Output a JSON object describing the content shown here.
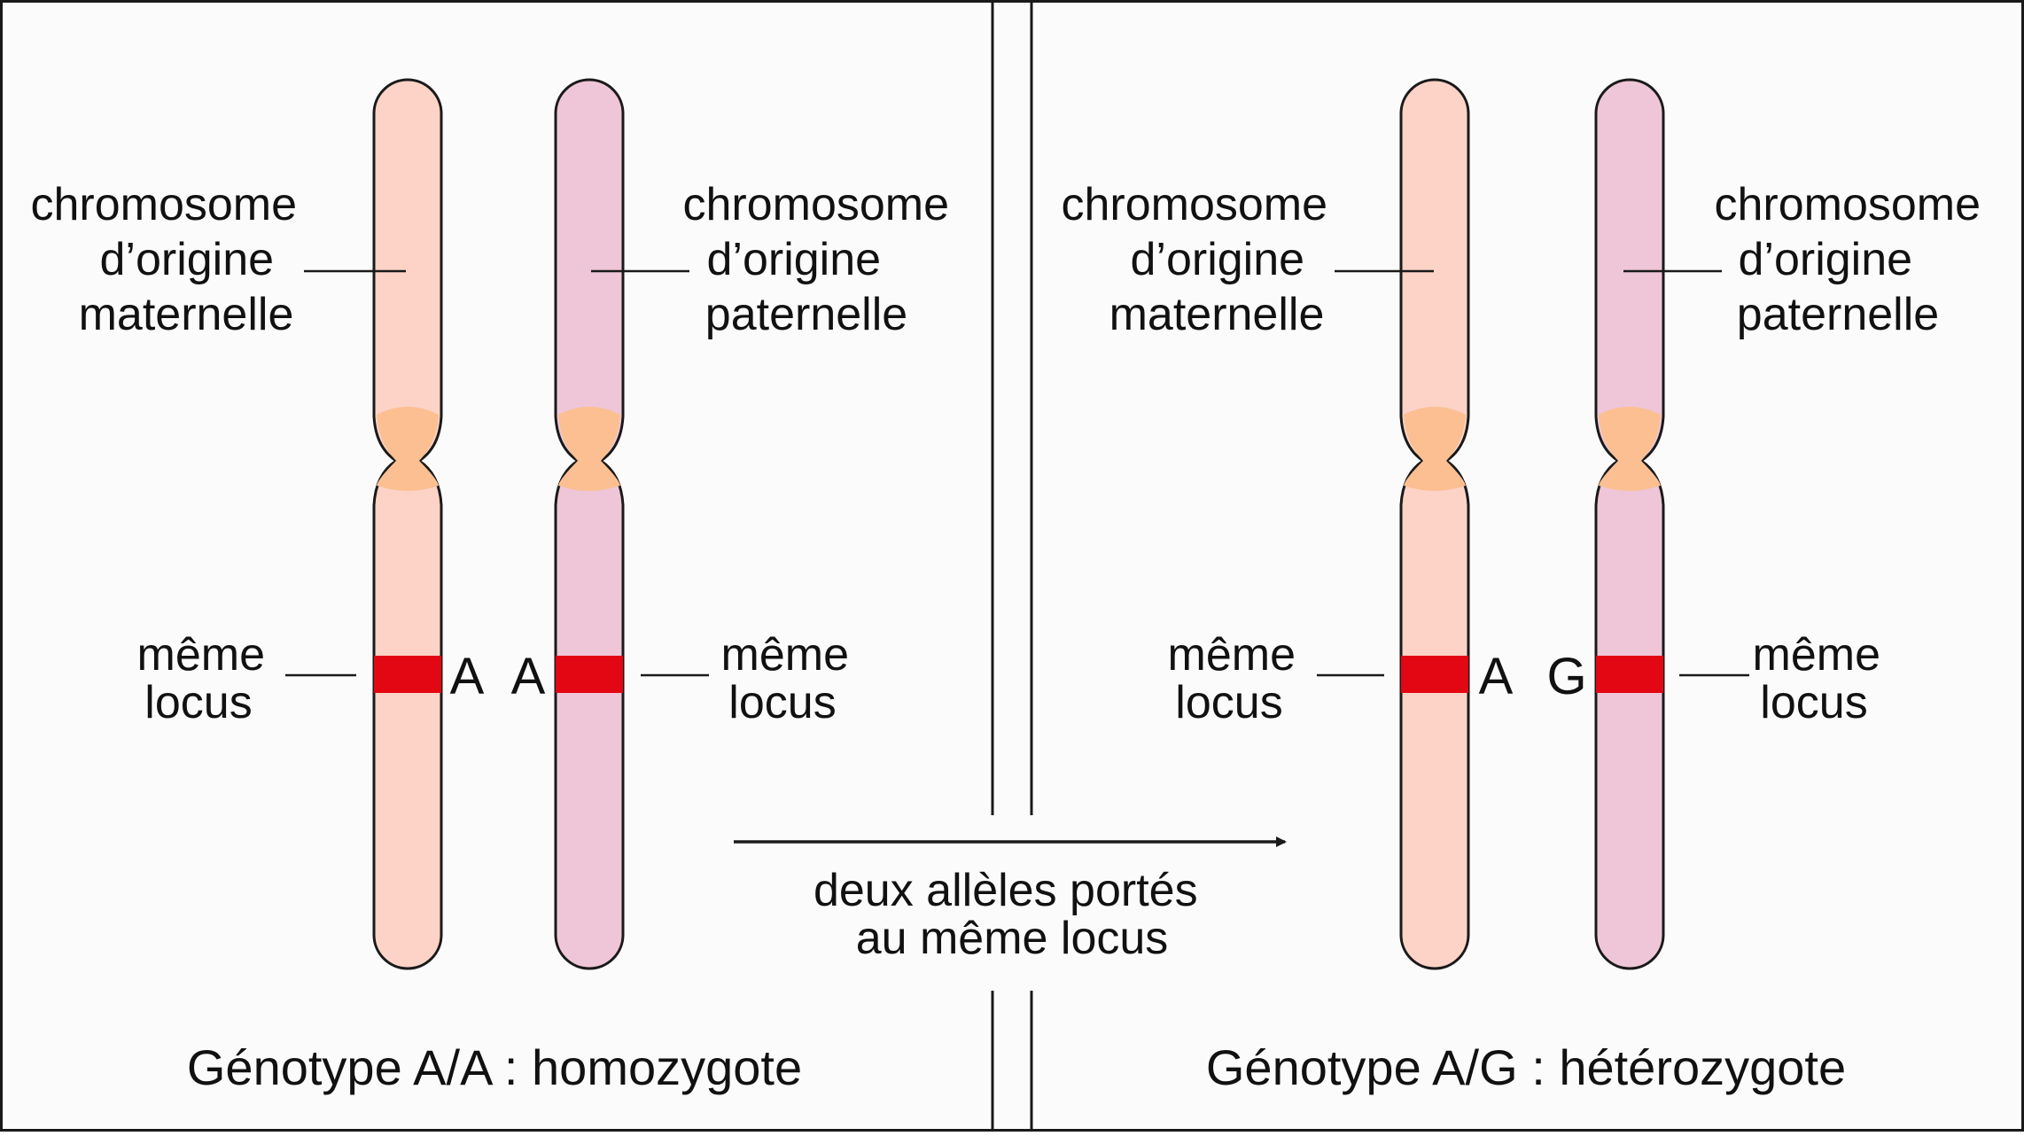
{
  "colors": {
    "maternal": "#fcd3c6",
    "paternal": "#efc6d8",
    "centromere": "#fbbf92",
    "locus": "#e30613",
    "outline": "#1a1a1a",
    "background": "#fbfbfb"
  },
  "left_panel": {
    "maternal_label": [
      "chromosome",
      "d’origine",
      "maternelle"
    ],
    "paternal_label": [
      "chromosome",
      "d’origine",
      "paternelle"
    ],
    "locus_label_left": [
      "même",
      "locus"
    ],
    "locus_label_right": [
      "même",
      "locus"
    ],
    "allele_maternal": "A",
    "allele_paternal": "A",
    "genotype": "Génotype A/A : homozygote"
  },
  "right_panel": {
    "maternal_label": [
      "chromosome",
      "d’origine",
      "maternelle"
    ],
    "paternal_label": [
      "chromosome",
      "d’origine",
      "paternelle"
    ],
    "locus_label_left": [
      "même",
      "locus"
    ],
    "locus_label_right": [
      "même",
      "locus"
    ],
    "allele_maternal": "A",
    "allele_paternal": "G",
    "genotype": "Génotype A/G : hétérozygote"
  },
  "arrow_caption": [
    "deux allèles portés",
    "au même locus"
  ]
}
